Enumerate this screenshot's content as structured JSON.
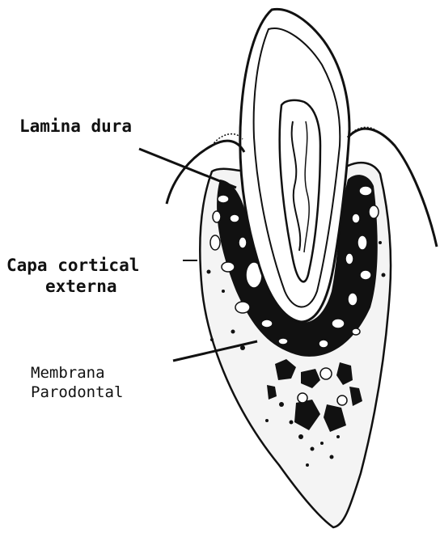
{
  "labels": {
    "lamina_dura": "Lamina dura",
    "capa_cortical_line1": "Capa cortical",
    "capa_cortical_line2": "externa",
    "membrana_line1": "Membrana",
    "membrana_line2": "Parodontal"
  },
  "colors": {
    "ink": "#111111",
    "paper": "#ffffff",
    "bone": "#f4f4f4"
  }
}
